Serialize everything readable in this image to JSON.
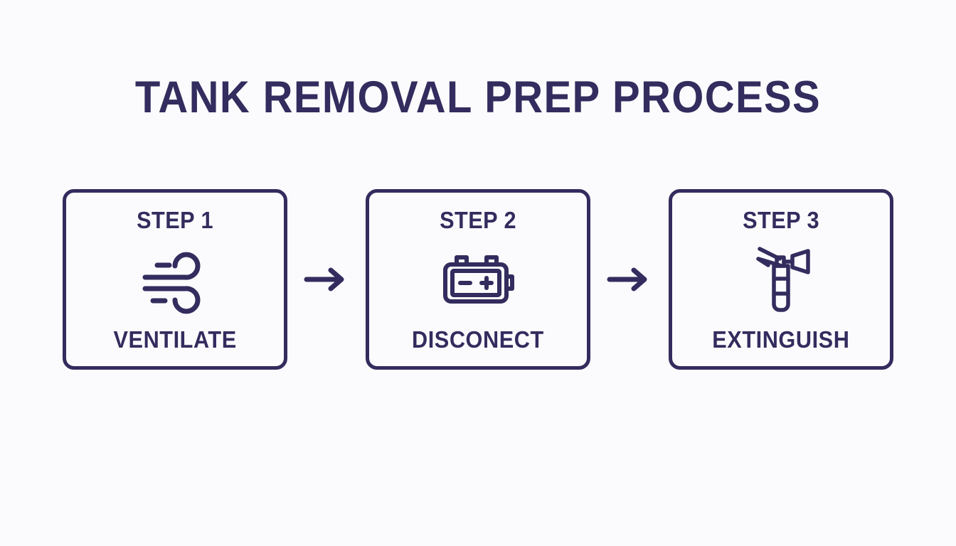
{
  "slide": {
    "title": "TANK REMOVAL PREP PROCESS",
    "background_color": "#fbfbfd",
    "accent_color": "#332c5e"
  },
  "flow": {
    "steps": [
      {
        "head": "STEP 1",
        "label": "VENTILATE",
        "icon": "wind-icon"
      },
      {
        "head": "STEP 2",
        "label": "DISCONECT",
        "icon": "battery-icon"
      },
      {
        "head": "STEP 3",
        "label": "EXTINGUISH",
        "icon": "fire-extinguisher-icon"
      }
    ],
    "connectors": [
      {
        "icon": "arrow-right-icon"
      },
      {
        "icon": "arrow-right-icon"
      }
    ]
  }
}
